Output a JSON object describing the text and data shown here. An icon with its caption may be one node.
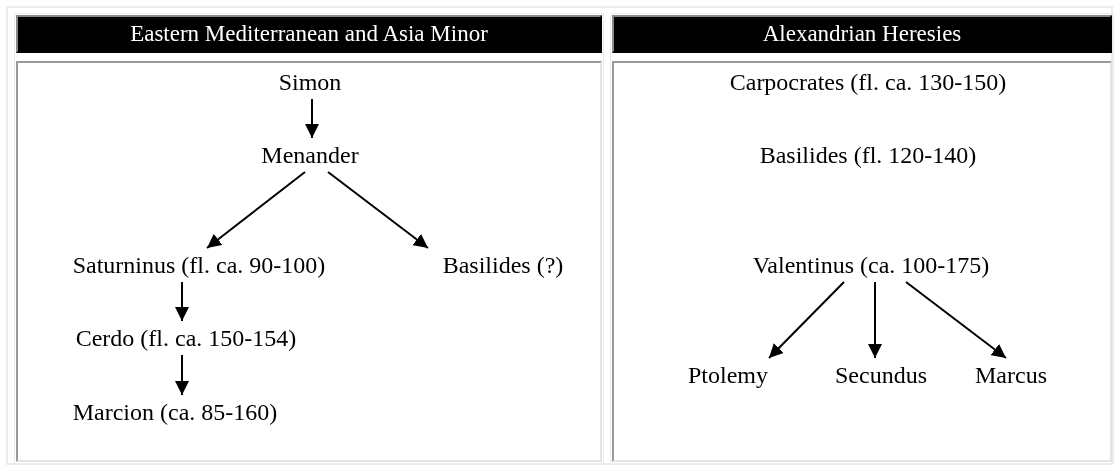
{
  "diagram": {
    "nodes": [
      {
        "text": [
          "Eastern Mediterranean and Asia Minor"
        ]
      },
      {
        "text": [
          "Simon"
        ],
        "in": 0
      },
      {
        "text": [
          "Menander"
        ],
        "in": 0
      },
      {
        "text": [
          "Saturninus (fl. ca. 90-100)"
        ],
        "in": 0
      },
      {
        "text": [
          "Basilides (?)"
        ],
        "in": 0
      },
      {
        "text": [
          "Cerdo (fl. ca. 150-154)"
        ],
        "in": 0
      },
      {
        "text": [
          "Marcion (ca. 85-160)"
        ],
        "in": 0
      },
      {
        "text": [
          "Alexandrian Heresies"
        ]
      },
      {
        "text": [
          "Carpocrates (fl. ca. 130-150)"
        ],
        "in": 7
      },
      {
        "text": [
          "Basilides (fl. 120-140)"
        ],
        "in": 7
      },
      {
        "text": [
          "Valentinus (ca. 100-175)"
        ],
        "in": 7
      },
      {
        "text": [
          "Ptolemy"
        ],
        "in": 7
      },
      {
        "text": [
          "Secundus"
        ],
        "in": 7
      },
      {
        "text": [
          "Marcus"
        ],
        "in": 7
      }
    ],
    "edges": [
      {
        "from": 1,
        "to": 2,
        "arrow": "to"
      },
      {
        "from": 2,
        "to": 3,
        "arrow": "to"
      },
      {
        "from": 2,
        "to": 4,
        "arrow": "to"
      },
      {
        "from": 3,
        "to": 5,
        "arrow": "to"
      },
      {
        "from": 5,
        "to": 6,
        "arrow": "to"
      },
      {
        "from": 10,
        "to": 11,
        "arrow": "to"
      },
      {
        "from": 10,
        "to": 12,
        "arrow": "to"
      },
      {
        "from": 10,
        "to": 13,
        "arrow": "to"
      }
    ]
  }
}
